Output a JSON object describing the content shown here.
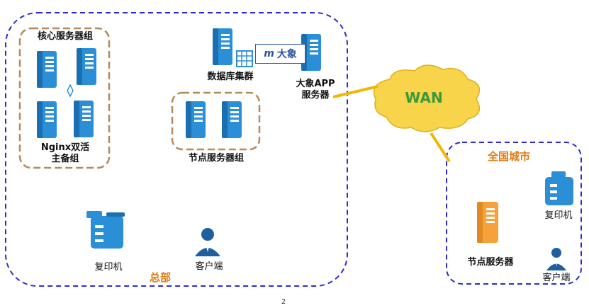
{
  "headquarters": {
    "label": "总部",
    "core_group": {
      "title": "核心服务器组",
      "caption": "Nginx双活\n主备组"
    },
    "db_cluster": "数据库集群",
    "logo_text": "大象",
    "app_server": "大象APP\n服务器",
    "node_group": "节点服务器组",
    "copier": "复印机",
    "client": "客户端"
  },
  "wan": "WAN",
  "city": {
    "label": "全国城市",
    "node_server": "节点服务器",
    "copier": "复印机",
    "client": "客户端"
  },
  "page_number": "2",
  "colors": {
    "server_blue": "#2b8fd8",
    "server_orange": "#f6a23a",
    "group_border": "#b58a5a",
    "region_border": "#2b2bd6",
    "wan_cloud": "#f7d44a",
    "link": "#f2b705",
    "accent_orange": "#e07b10"
  }
}
